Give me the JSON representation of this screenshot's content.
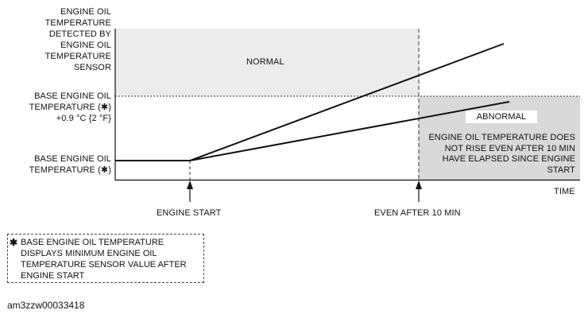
{
  "y_labels": {
    "detected": "ENGINE OIL\nTEMPERATURE\nDETECTED BY\nENGINE OIL\nTEMPERATURE\nSENSOR",
    "threshold": "BASE ENGINE OIL\nTEMPERATURE (✱)\n+0.9 °C {2 °F}",
    "base": "BASE ENGINE OIL\nTEMPERATURE (✱)"
  },
  "regions": {
    "normal": "NORMAL",
    "abnormal": "ABNORMAL",
    "abnormal_note": "ENGINE OIL TEMPERATURE DOES\nNOT RISE EVEN AFTER 10 MIN\nHAVE ELAPSED SINCE ENGINE\nSTART"
  },
  "x_labels": {
    "time": "TIME",
    "engine_start": "ENGINE START",
    "after_10": "EVEN AFTER 10 MIN"
  },
  "footnote": {
    "star": "✱",
    "text": "BASE ENGINE OIL TEMPERATURE\nDISPLAYS MINIMUM ENGINE OIL\nTEMPERATURE SENSOR VALUE AFTER\nENGINE START"
  },
  "figure_code": "am3zzw00033418",
  "colors": {
    "normal_fill": "#ececec",
    "abnormal_fill": "#d9d9d9",
    "line": "#111111"
  }
}
